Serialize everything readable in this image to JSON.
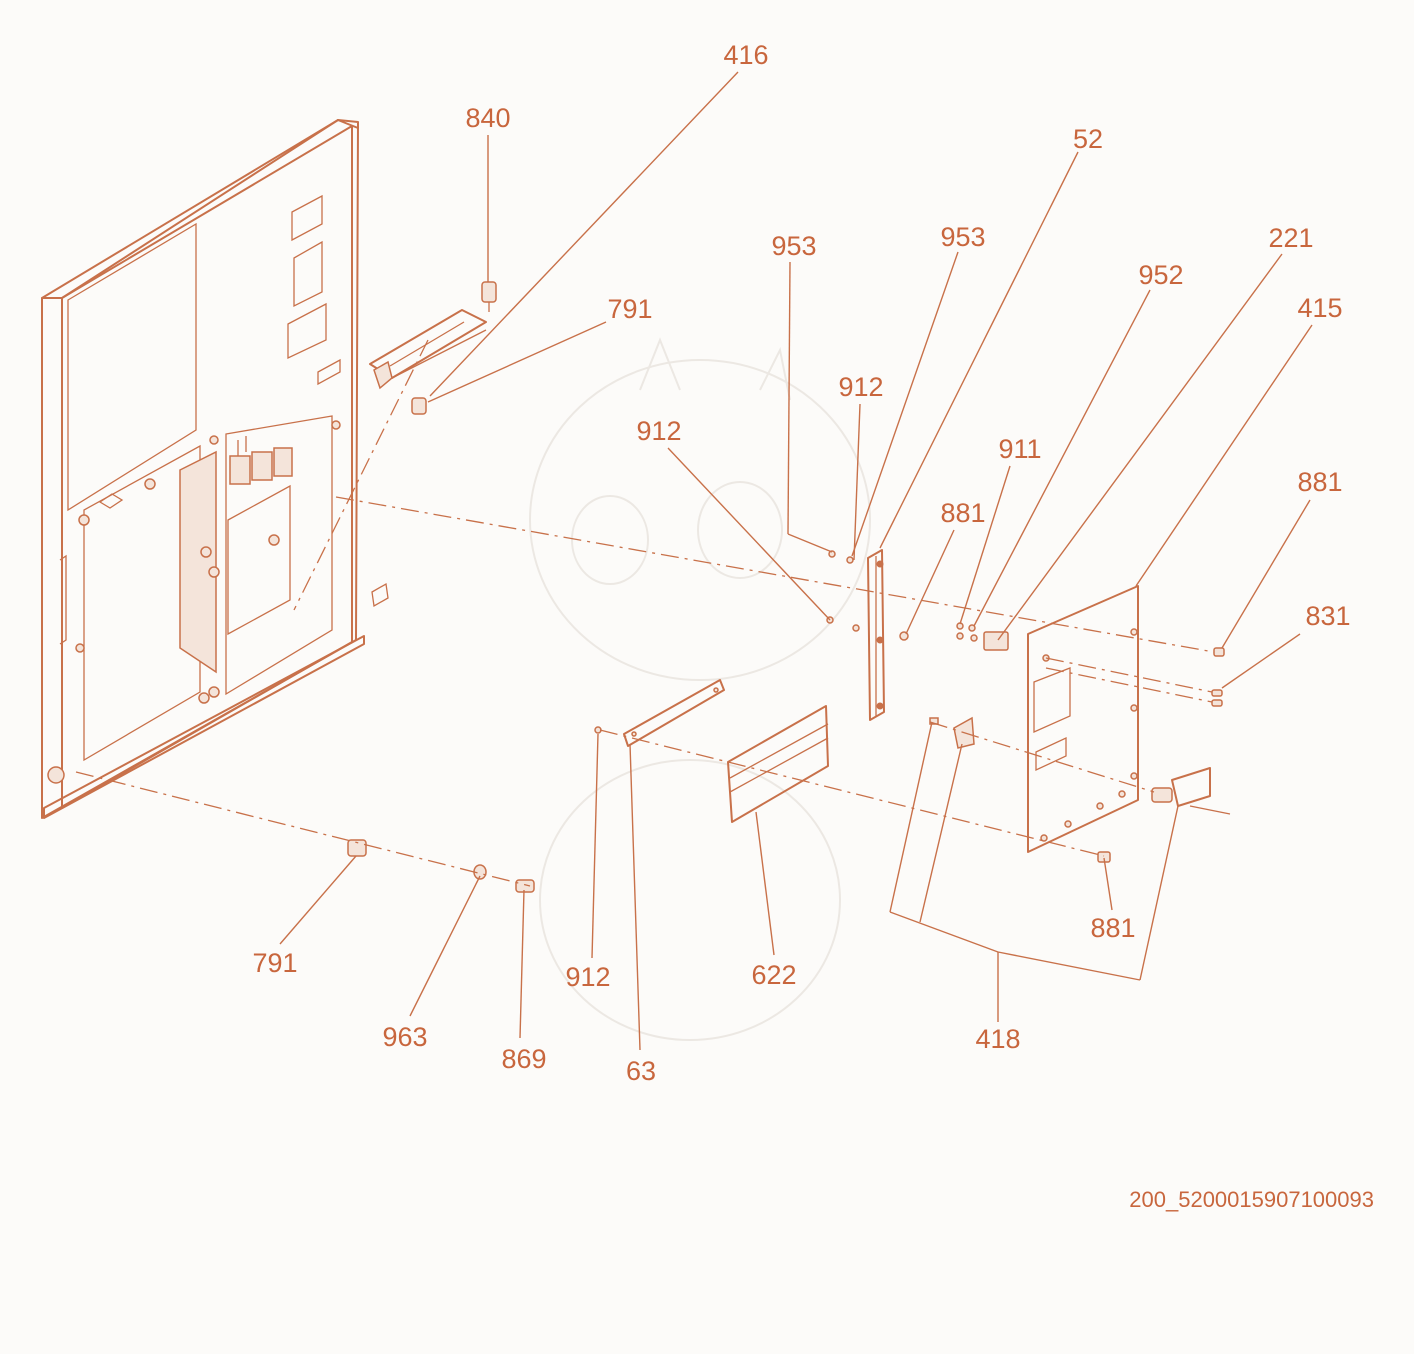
{
  "diagram": {
    "reference_number": "200_5200015907100093",
    "callouts": [
      {
        "id": "c416",
        "label": "416"
      },
      {
        "id": "c840",
        "label": "840"
      },
      {
        "id": "c791a",
        "label": "791"
      },
      {
        "id": "c52",
        "label": "52"
      },
      {
        "id": "c953a",
        "label": "953"
      },
      {
        "id": "c953b",
        "label": "953"
      },
      {
        "id": "c221",
        "label": "221"
      },
      {
        "id": "c952",
        "label": "952"
      },
      {
        "id": "c415",
        "label": "415"
      },
      {
        "id": "c912a",
        "label": "912"
      },
      {
        "id": "c912b",
        "label": "912"
      },
      {
        "id": "c911",
        "label": "911"
      },
      {
        "id": "c881a",
        "label": "881"
      },
      {
        "id": "c881b",
        "label": "881"
      },
      {
        "id": "c831",
        "label": "831"
      },
      {
        "id": "c881c",
        "label": "881"
      },
      {
        "id": "c791b",
        "label": "791"
      },
      {
        "id": "c963",
        "label": "963"
      },
      {
        "id": "c869",
        "label": "869"
      },
      {
        "id": "c912c",
        "label": "912"
      },
      {
        "id": "c63",
        "label": "63"
      },
      {
        "id": "c622",
        "label": "622"
      },
      {
        "id": "c418",
        "label": "418"
      }
    ]
  }
}
